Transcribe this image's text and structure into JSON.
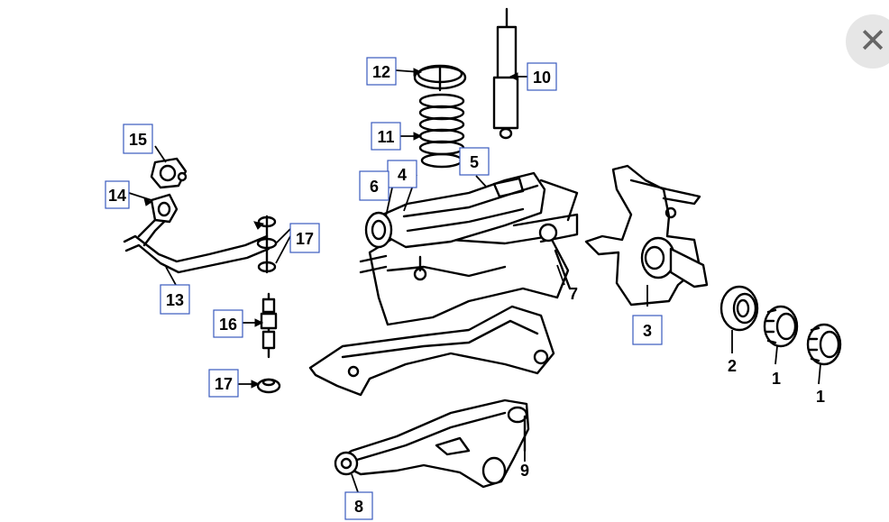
{
  "callouts": {
    "c1a": "1",
    "c1b": "1",
    "c2": "2",
    "c3": "3",
    "c4": "4",
    "c5": "5",
    "c6": "6",
    "c7": "7",
    "c8": "8",
    "c9": "9",
    "c10": "10",
    "c11": "11",
    "c12": "12",
    "c13": "13",
    "c14": "14",
    "c15": "15",
    "c16": "16",
    "c17a": "17",
    "c17b": "17"
  },
  "close_button": {
    "glyph": "✕",
    "icon": "close-icon"
  },
  "colors": {
    "line": "#000000",
    "callout_border": "#3a5bbf",
    "close_bg": "#e6e6e6"
  }
}
